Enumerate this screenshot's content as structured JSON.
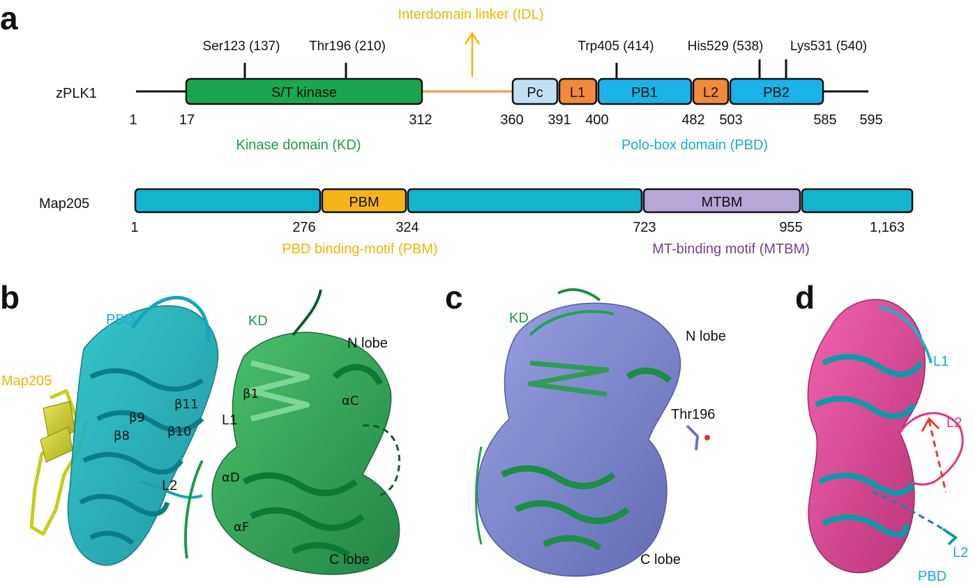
{
  "panels": {
    "a": "a",
    "b": "b",
    "c": "c",
    "d": "d"
  },
  "panel_a": {
    "zplk1": {
      "name": "zPLK1",
      "idl_label": "Interdomain linker (IDL)",
      "site_labels": [
        "Ser123 (137)",
        "Thr196 (210)",
        "Trp405 (414)",
        "His529 (538)",
        "Lys531 (540)"
      ],
      "domains": [
        "S/T kinase",
        "Pc",
        "L1",
        "PB1",
        "L2",
        "PB2"
      ],
      "positions": [
        "1",
        "17",
        "312",
        "360",
        "391",
        "400",
        "482",
        "503",
        "585",
        "595"
      ],
      "kd_caption": "Kinase domain (KD)",
      "pbd_caption": "Polo-box domain (PBD)"
    },
    "map205": {
      "name": "Map205",
      "domains": [
        "PBM",
        "MTBM"
      ],
      "positions": [
        "1",
        "276",
        "324",
        "723",
        "955",
        "1,163"
      ],
      "pbm_caption": "PBD binding-motif (PBM)",
      "mtbm_caption": "MT-binding motif (MTBM)"
    },
    "colors": {
      "kinase": "#1aa64f",
      "pbd": "#1ab2e8",
      "pc": "#bfe0f5",
      "loop": "#f28a3c",
      "linker": "#f4a25a",
      "map_body": "#14b4cc",
      "pbm": "#f5b419",
      "mtbm": "#b8a6d6"
    }
  },
  "panel_b": {
    "labels": {
      "pbd": "PBD",
      "kd": "KD",
      "map205": "Map205",
      "n_lobe": "N lobe",
      "c_lobe": "C lobe",
      "l1": "L1",
      "l2": "L2",
      "b1": "β1",
      "b8": "β8",
      "b9": "β9",
      "b10": "β10",
      "b11": "β11",
      "ac": "αC",
      "ad": "αD",
      "af": "αF"
    }
  },
  "panel_c": {
    "labels": {
      "kd": "KD",
      "n_lobe": "N lobe",
      "thr196": "Thr196",
      "c_lobe": "C lobe"
    }
  },
  "panel_d": {
    "labels": {
      "l1": "L1",
      "l2_pink": "L2",
      "l2_cyan": "L2",
      "pbd": "PBD"
    }
  }
}
